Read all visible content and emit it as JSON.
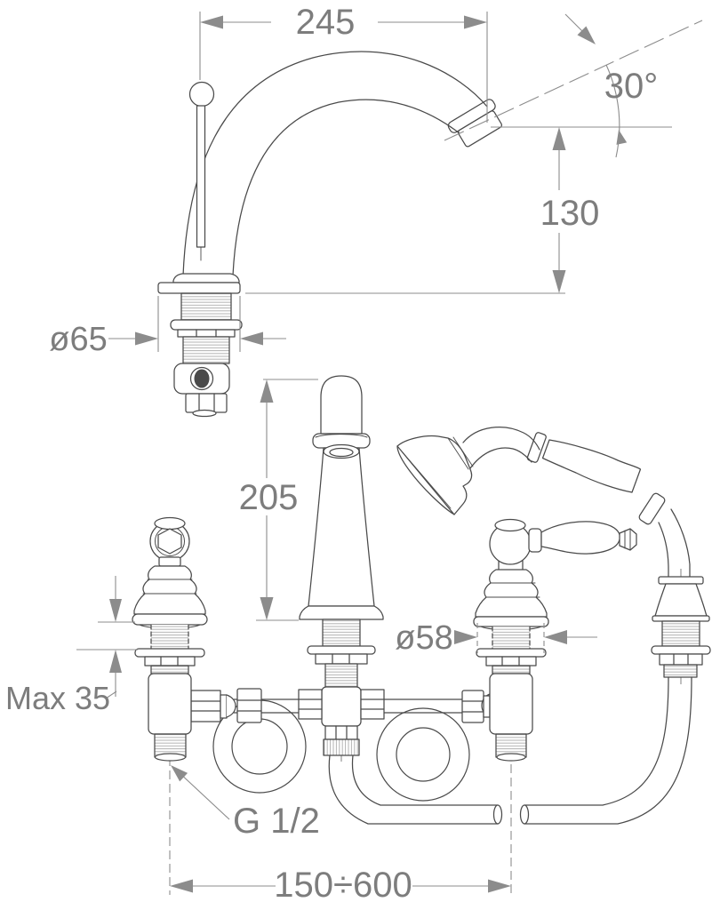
{
  "title": "Bath mixer faucet technical installation drawing",
  "views": {
    "top": "spout side view",
    "bottom": "mixer front view with hand shower"
  },
  "dimensions": {
    "spout_reach": "245",
    "spout_angle": "30°",
    "spout_outlet_height": "130",
    "spout_base_diameter": "ø65",
    "column_height": "205",
    "handle_base_diameter": "ø58",
    "max_deck_thickness": "Max 35",
    "connection_thread": "G 1/2",
    "installation_span": "150÷600"
  },
  "colors": {
    "line": "#4a4a4a",
    "dimension": "#8c8c8c",
    "text": "#7d7d7d",
    "background": "#ffffff"
  }
}
